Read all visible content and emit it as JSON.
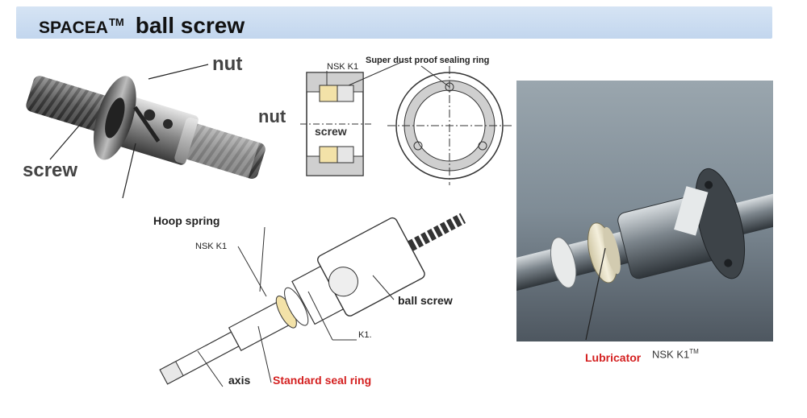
{
  "header": {
    "brand": "SPACEA",
    "trademark": "TM",
    "product": "ball screw",
    "bar_color": "#c9dbf0"
  },
  "labels": {
    "nut_top": "nut",
    "screw_left": "screw",
    "nsk_k1_section": "NSK K1",
    "super_dust_ring": "Super dust proof sealing ring",
    "nut_section": "nut",
    "screw_section": "screw",
    "hoop_spring": "Hoop spring",
    "nsk_k1_exploded": "NSK K1",
    "ball_screw": "ball screw",
    "k1_dot": "K1.",
    "axis": "axis",
    "standard_seal_ring": "Standard seal ring",
    "lubricator": "Lubricator",
    "nsk_k1_photo": "NSK K1",
    "nsk_k1_photo_tm": "TM"
  },
  "colors": {
    "accent_red": "#d42020",
    "k1_yellow": "#f3e2a8",
    "photo_bg": "#7f8c96"
  }
}
